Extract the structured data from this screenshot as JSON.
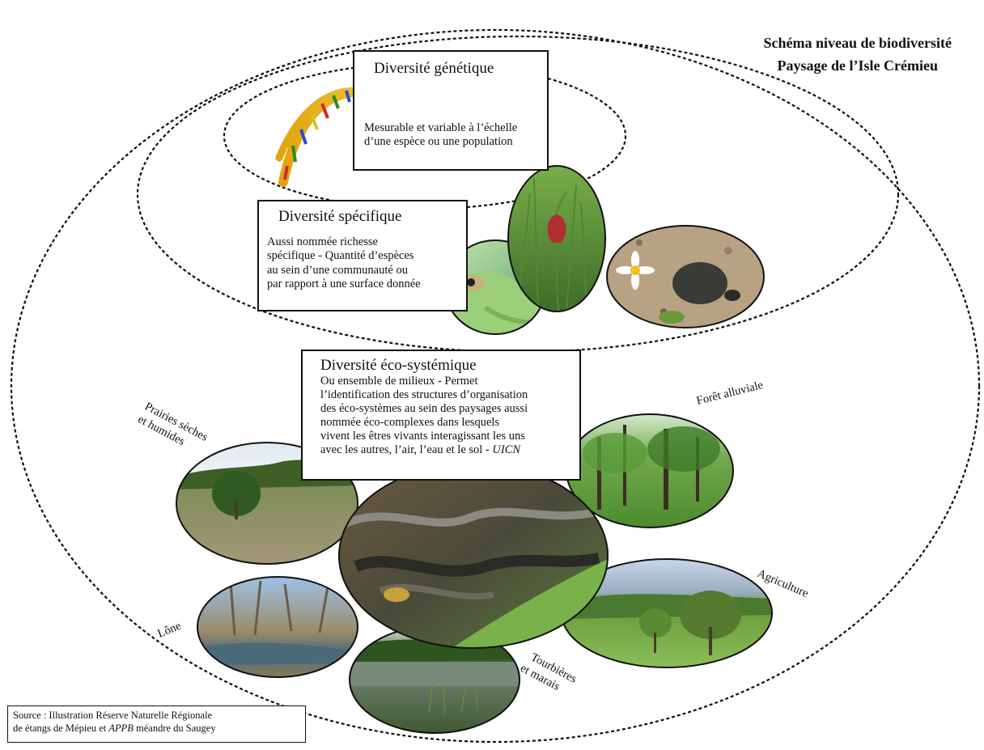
{
  "title": {
    "line1": "Schéma niveau de biodiversité",
    "line2": "Paysage de l’Isle Crémieu"
  },
  "genetic": {
    "heading": "Diversité génétique",
    "text_line1": "Mesurable et variable à l’échelle",
    "text_line2": "d’une espèce ou une population"
  },
  "specific": {
    "heading": "Diversité spécifique",
    "text_line1": "Aussi nommée richesse",
    "text_line2": "spécifique - Quantité d’espèces",
    "text_line3": "au sein d’une communauté ou",
    "text_line4": "par rapport à une surface donnée"
  },
  "ecosystem": {
    "heading": "Diversité éco-systémique",
    "text_line1": "Ou ensemble de milieux - Permet",
    "text_line2": "l’identification des structures d’organisation",
    "text_line3": "des éco-systèmes au sein des paysages aussi",
    "text_line4": "nommée éco-complexes dans lesquels",
    "text_line5": "vivent les êtres vivants interagissant les uns",
    "text_line6": "avec les autres, l’air, l’eau et le sol - ",
    "text_source": "UICN"
  },
  "habitat_labels": {
    "prairies_line1": "Prairies sèches",
    "prairies_line2": "et humides",
    "foret": "Forêt alluviale",
    "agriculture": "Agriculture",
    "lone": "Lône",
    "tourbieres_line1": "Tourbières",
    "tourbieres_line2": "et marais"
  },
  "source": {
    "line1": "Source : Illustration Réserve Naturelle Régionale",
    "line2_prefix": "de étangs de Mépieu et ",
    "line2_italic": "APPB",
    "line2_suffix": " méandre du Saugey"
  },
  "colors": {
    "dashed_outline": "#111111",
    "grass_green": "#5e9a3a",
    "forest_green": "#3f6f2a",
    "water": "#5b6a5a",
    "sky": "#b9d3ea"
  }
}
